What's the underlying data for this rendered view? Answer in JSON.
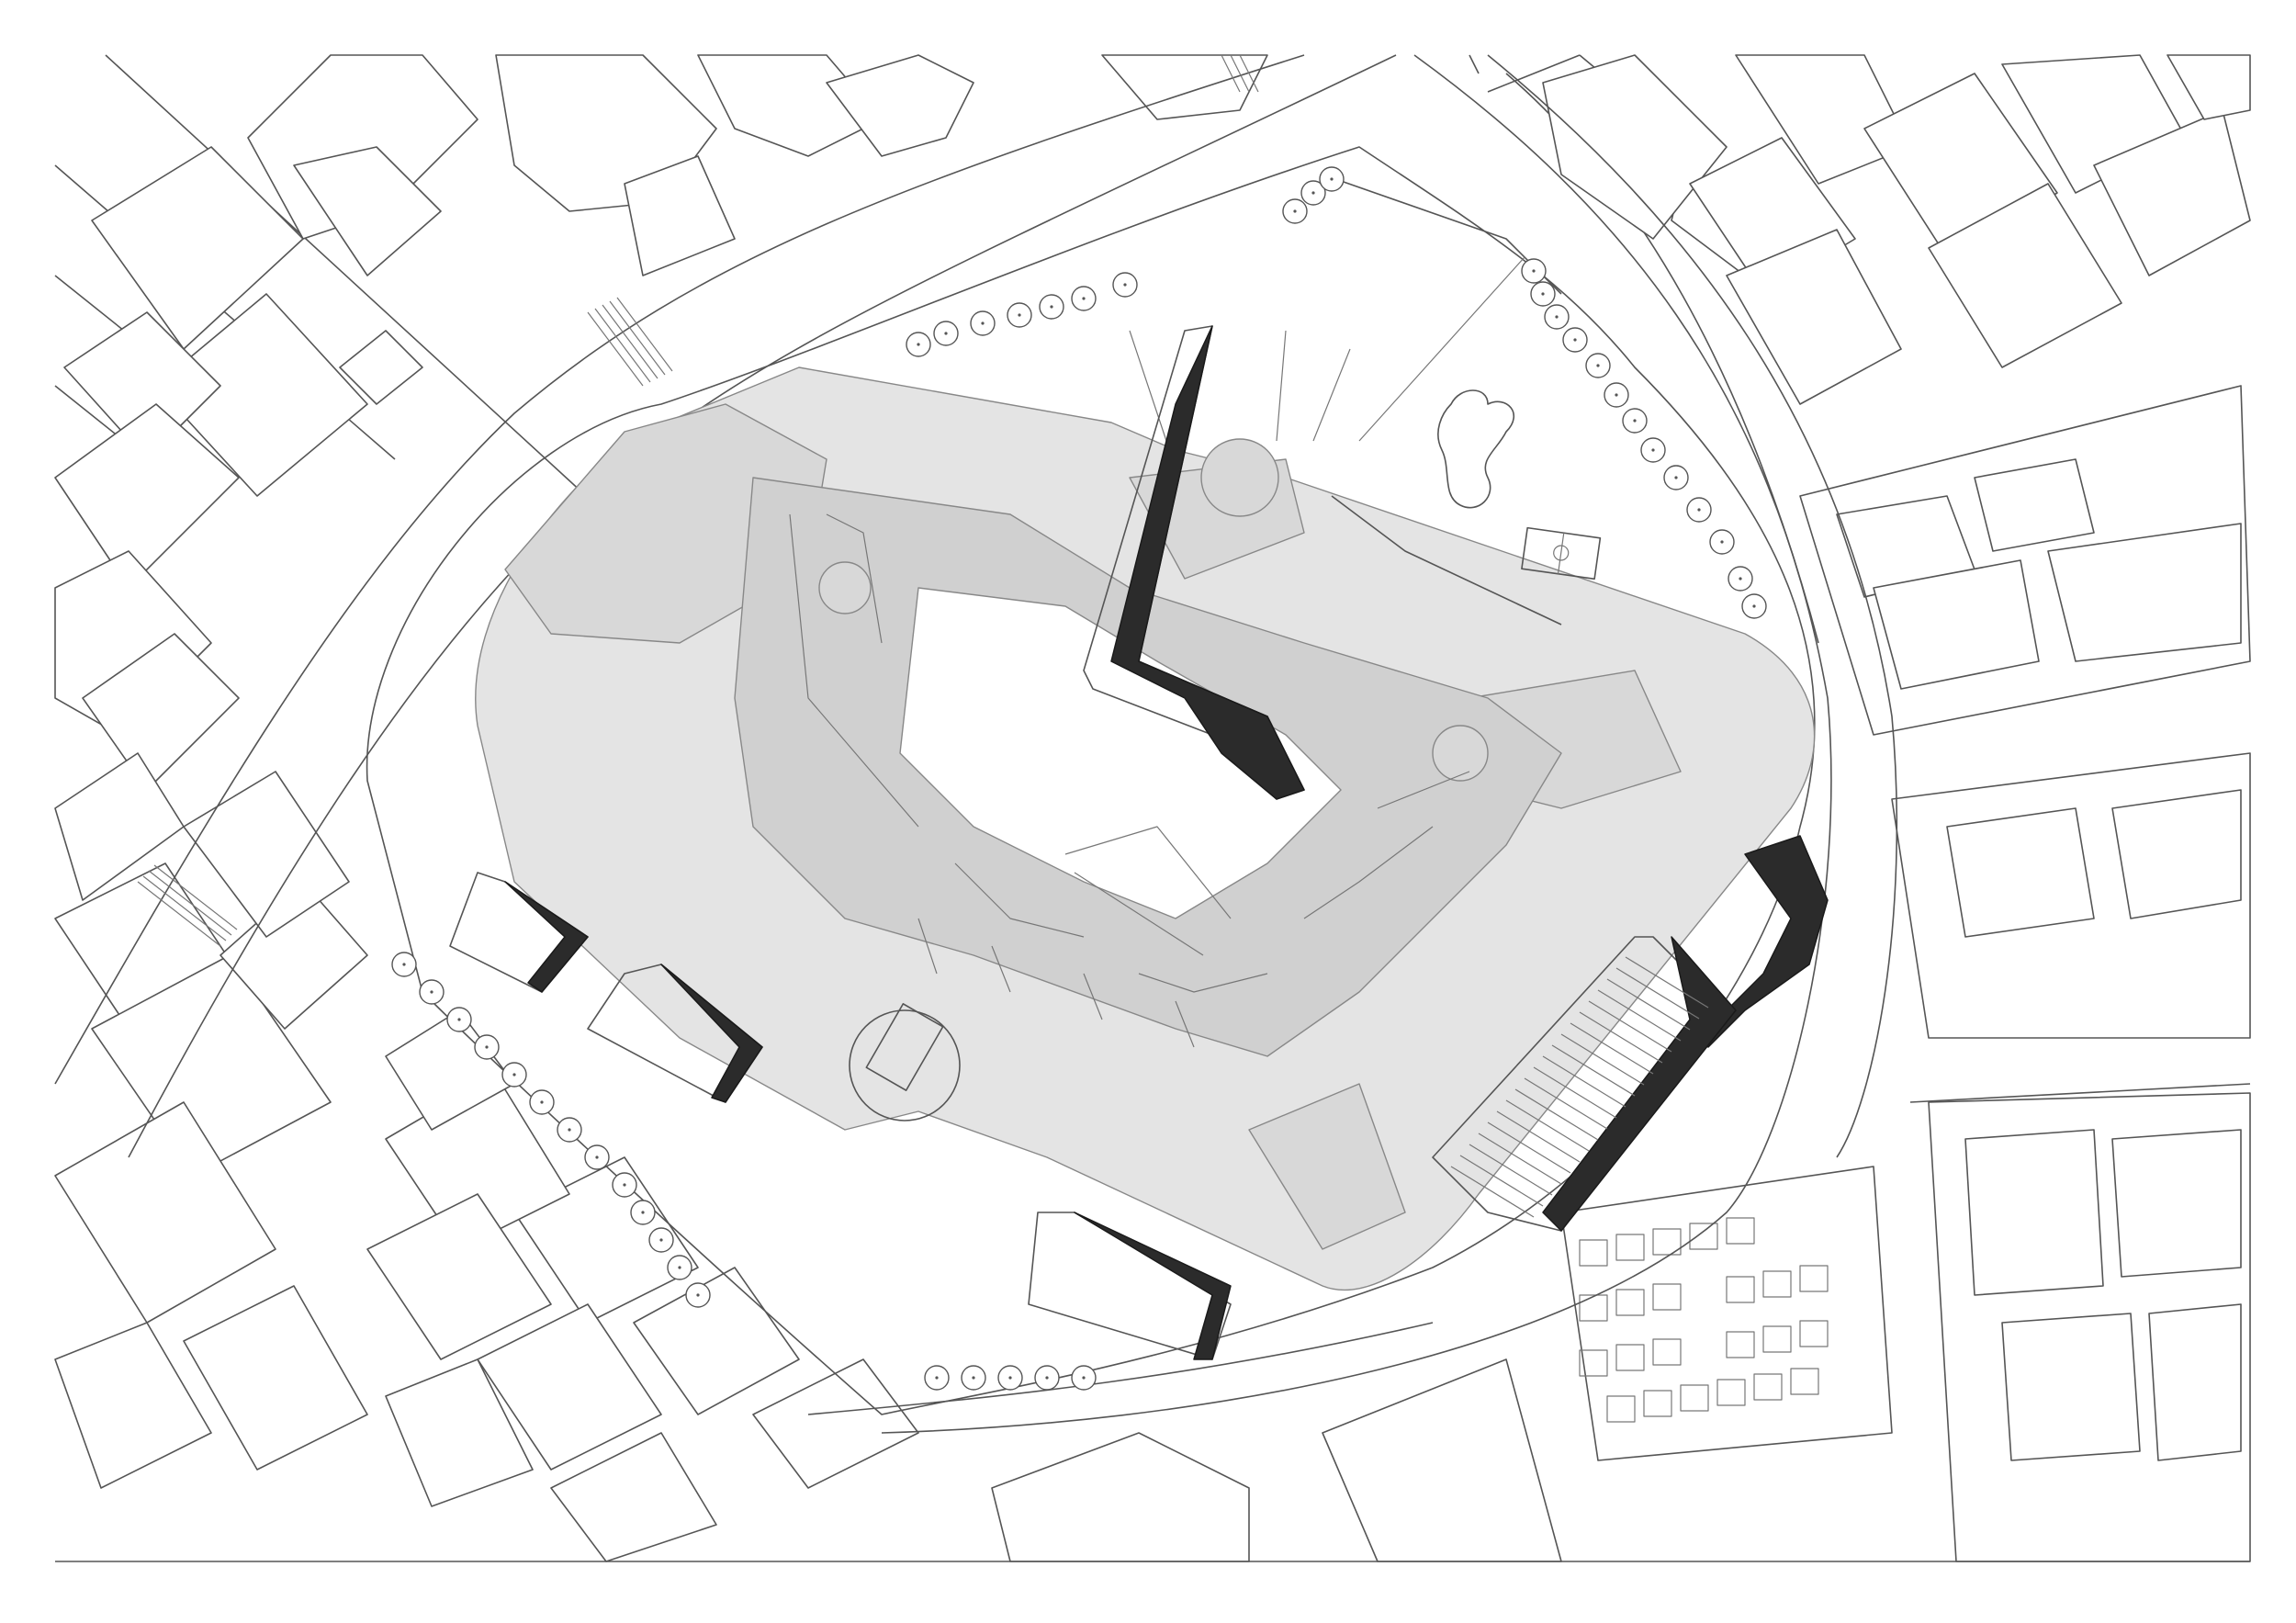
{
  "map": {
    "style": "architectural-site-plan",
    "labels": [],
    "colors": {
      "background": "#ffffff",
      "line": "#555555",
      "fortress_fill": "#e4e4e4",
      "bastion_fill": "#d8d8d8",
      "courtyard_fill": "#ffffff",
      "new_building_fill": "#2b2b2b",
      "tree_fill": "#ffffff"
    },
    "features": {
      "fortress": "star-shaped-fortress",
      "new_buildings": [
        "wedge-building-north",
        "block-west-1",
        "block-west-2",
        "block-south",
        "block-east-striped",
        "block-east-curved"
      ],
      "trees": "street-tree-rows",
      "sports_court": "basketball-court",
      "parking": "parking-lot"
    }
  }
}
